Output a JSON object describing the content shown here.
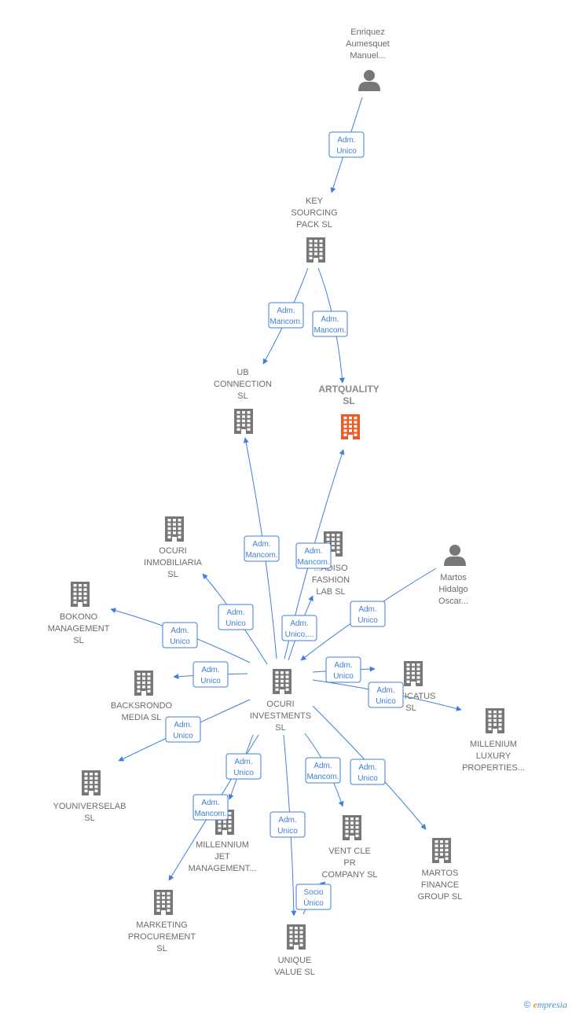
{
  "colors": {
    "edge": "#3f7fd6",
    "company": "#777777",
    "focus": "#ee5a24",
    "person": "#777777"
  },
  "brand": {
    "copyright": "©",
    "initial": "e",
    "rest": "mpresia"
  },
  "nodes": [
    {
      "id": "enriquez",
      "kind": "person",
      "lines": [
        "Enriquez",
        "Aumesquet",
        "Manuel..."
      ]
    },
    {
      "id": "key",
      "kind": "company",
      "lines": [
        "KEY",
        "SOURCING",
        "PACK SL"
      ]
    },
    {
      "id": "ub",
      "kind": "company",
      "lines": [
        "UB",
        "CONNECTION",
        "SL"
      ]
    },
    {
      "id": "artquality",
      "kind": "focus",
      "lines": [
        "ARTQUALITY",
        "SL"
      ]
    },
    {
      "id": "ocuri_inmo",
      "kind": "company",
      "lines": [
        "OCURI",
        "INMOBILIARIA",
        "SL"
      ]
    },
    {
      "id": "fashion",
      "kind": "company",
      "lines": [
        "...ADISO",
        "FASHION",
        "LAB  SL"
      ]
    },
    {
      "id": "martos_person",
      "kind": "person",
      "lines": [
        "Martos",
        "Hidalgo",
        "Oscar..."
      ]
    },
    {
      "id": "bokono",
      "kind": "company",
      "lines": [
        "BOKONO",
        "MANAGEMENT",
        "SL"
      ]
    },
    {
      "id": "ocuri_inv",
      "kind": "company",
      "lines": [
        "OCURI",
        "INVESTMENTS",
        "SL"
      ]
    },
    {
      "id": "sticatus",
      "kind": "company",
      "lines": [
        "...STICATUS",
        "SL"
      ]
    },
    {
      "id": "backsrondo",
      "kind": "company",
      "lines": [
        "BACKSRONDO",
        "MEDIA  SL"
      ]
    },
    {
      "id": "millenium_lux",
      "kind": "company",
      "lines": [
        "MILLENIUM",
        "LUXURY",
        "PROPERTIES..."
      ]
    },
    {
      "id": "youniverse",
      "kind": "company",
      "lines": [
        "YOUNIVERSELAB",
        "SL"
      ]
    },
    {
      "id": "millennium_jet",
      "kind": "company",
      "lines": [
        "MILLENNIUM",
        "JET",
        "MANAGEMENT..."
      ]
    },
    {
      "id": "ventcle",
      "kind": "company",
      "lines": [
        "VENT CLE",
        "PR",
        "COMPANY  SL"
      ]
    },
    {
      "id": "martos_fin",
      "kind": "company",
      "lines": [
        "MARTOS",
        "FINANCE",
        "GROUP  SL"
      ]
    },
    {
      "id": "marketing",
      "kind": "company",
      "lines": [
        "MARKETING",
        "PROCUREMENT",
        "SL"
      ]
    },
    {
      "id": "unique",
      "kind": "company",
      "lines": [
        "UNIQUE",
        "VALUE  SL"
      ]
    }
  ],
  "relations": [
    {
      "id": "r1",
      "lines": [
        "Adm.",
        "Unico"
      ]
    },
    {
      "id": "r2",
      "lines": [
        "Adm.",
        "Mancom."
      ]
    },
    {
      "id": "r3",
      "lines": [
        "Adm.",
        "Mancom."
      ]
    },
    {
      "id": "r4",
      "lines": [
        "Adm.",
        "Mancom."
      ]
    },
    {
      "id": "r5",
      "lines": [
        "Adm.",
        "Mancom."
      ]
    },
    {
      "id": "r6",
      "lines": [
        "Adm.",
        "Unico"
      ]
    },
    {
      "id": "r7",
      "lines": [
        "Adm.",
        "Unico,..."
      ]
    },
    {
      "id": "r8",
      "lines": [
        "Adm.",
        "Unico"
      ]
    },
    {
      "id": "r9",
      "lines": [
        "Adm.",
        "Unico"
      ]
    },
    {
      "id": "r10",
      "lines": [
        "Adm.",
        "Unico"
      ]
    },
    {
      "id": "r11",
      "lines": [
        "Adm.",
        "Unico"
      ]
    },
    {
      "id": "r12",
      "lines": [
        "Adm.",
        "Unico"
      ]
    },
    {
      "id": "r13",
      "lines": [
        "Adm.",
        "Unico"
      ]
    },
    {
      "id": "r14",
      "lines": [
        "Adm.",
        "Unico"
      ]
    },
    {
      "id": "r15",
      "lines": [
        "Adm.",
        "Mancom."
      ]
    },
    {
      "id": "r16",
      "lines": [
        "Adm.",
        "Mancom."
      ]
    },
    {
      "id": "r17",
      "lines": [
        "Adm.",
        "Unico"
      ]
    },
    {
      "id": "r18",
      "lines": [
        "Adm.",
        "Unico"
      ]
    },
    {
      "id": "r19",
      "lines": [
        "Socio",
        "Único"
      ]
    }
  ]
}
